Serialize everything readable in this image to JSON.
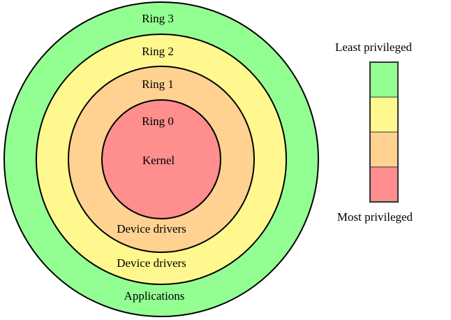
{
  "diagram": {
    "title": "Protection rings",
    "rings": [
      {
        "name": "Ring 3",
        "description": "Applications",
        "color": "#93FF93"
      },
      {
        "name": "Ring 2",
        "description": "Device drivers",
        "color": "#FFF88E"
      },
      {
        "name": "Ring 1",
        "description": "Device drivers",
        "color": "#FFD291"
      },
      {
        "name": "Ring 0",
        "description": "Kernel",
        "color": "#FF8E8E"
      }
    ],
    "legend": {
      "top_label": "Least privileged",
      "bottom_label": "Most privileged",
      "swatches": [
        "#93FF93",
        "#FFF88E",
        "#FFD291",
        "#FF8E8E"
      ]
    }
  }
}
